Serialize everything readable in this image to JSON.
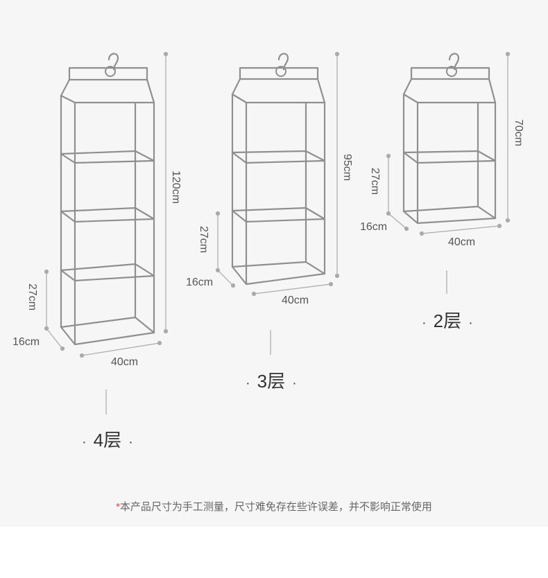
{
  "units": {
    "four": {
      "layer_label": "4层",
      "height": "120cm",
      "shelf_height": "27cm",
      "depth": "16cm",
      "width": "40cm"
    },
    "three": {
      "layer_label": "3层",
      "height": "95cm",
      "shelf_height": "27cm",
      "depth": "16cm",
      "width": "40cm"
    },
    "two": {
      "layer_label": "2层",
      "height": "70cm",
      "shelf_height": "27cm",
      "depth": "16cm",
      "width": "40cm"
    }
  },
  "note": {
    "star": "*",
    "text": "本产品尺寸为手工测量，尺寸难免存在些许误差，并不影响正常使用"
  },
  "colors": {
    "frame": "#8f8f8f",
    "dimension_line": "#aaaaaa",
    "note_star": "#d44a3a"
  }
}
